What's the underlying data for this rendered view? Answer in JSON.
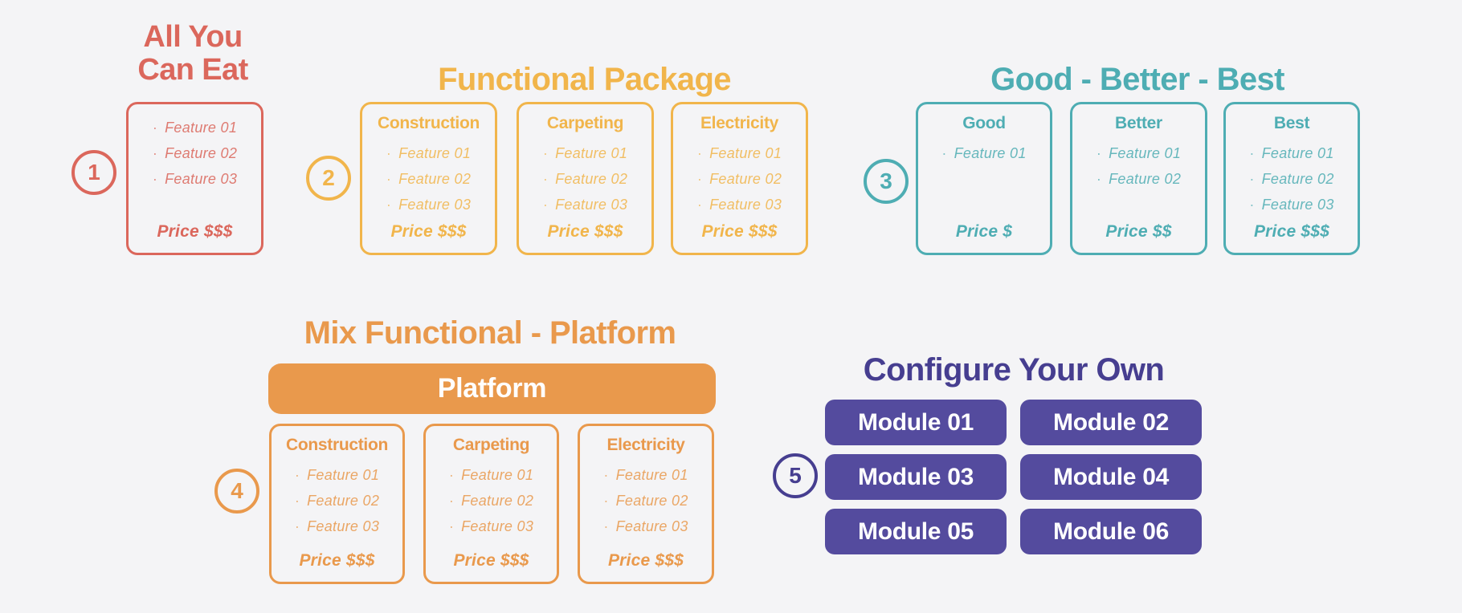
{
  "page": {
    "background": "#f4f4f6"
  },
  "sections": {
    "all_you_can_eat": {
      "number": "1",
      "title_line1": "All You",
      "title_line2": "Can Eat",
      "color": "#db675c",
      "card": {
        "features": [
          "Feature 01",
          "Feature 02",
          "Feature 03"
        ],
        "price": "Price $$$"
      }
    },
    "functional_package": {
      "number": "2",
      "title": "Functional Package",
      "color": "#f1b54b",
      "cards": [
        {
          "title": "Construction",
          "features": [
            "Feature 01",
            "Feature 02",
            "Feature 03"
          ],
          "price": "Price $$$"
        },
        {
          "title": "Carpeting",
          "features": [
            "Feature 01",
            "Feature 02",
            "Feature 03"
          ],
          "price": "Price $$$"
        },
        {
          "title": "Electricity",
          "features": [
            "Feature 01",
            "Feature 02",
            "Feature 03"
          ],
          "price": "Price $$$"
        }
      ]
    },
    "good_better_best": {
      "number": "3",
      "title": "Good - Better - Best",
      "color": "#4eadb3",
      "cards": [
        {
          "title": "Good",
          "features": [
            "Feature 01"
          ],
          "price": "Price $"
        },
        {
          "title": "Better",
          "features": [
            "Feature 01",
            "Feature 02"
          ],
          "price": "Price $$"
        },
        {
          "title": "Best",
          "features": [
            "Feature 01",
            "Feature 02",
            "Feature 03"
          ],
          "price": "Price $$$"
        }
      ]
    },
    "mix_functional_platform": {
      "number": "4",
      "title": "Mix Functional - Platform",
      "color": "#e9994c",
      "platform_label": "Platform",
      "cards": [
        {
          "title": "Construction",
          "features": [
            "Feature 01",
            "Feature 02",
            "Feature 03"
          ],
          "price": "Price $$$"
        },
        {
          "title": "Carpeting",
          "features": [
            "Feature 01",
            "Feature 02",
            "Feature 03"
          ],
          "price": "Price $$$"
        },
        {
          "title": "Electricity",
          "features": [
            "Feature 01",
            "Feature 02",
            "Feature 03"
          ],
          "price": "Price $$$"
        }
      ]
    },
    "configure_your_own": {
      "number": "5",
      "title": "Configure Your Own",
      "title_color": "#463e90",
      "module_color": "#544b9e",
      "modules": [
        "Module 01",
        "Module 02",
        "Module 03",
        "Module 04",
        "Module 05",
        "Module 06"
      ]
    }
  }
}
